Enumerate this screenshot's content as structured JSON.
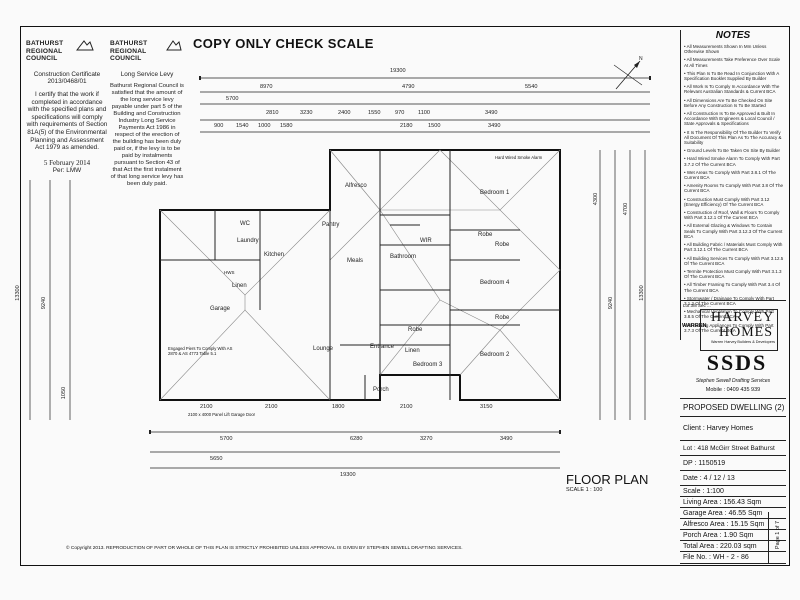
{
  "banner": "COPY ONLY CHECK SCALE",
  "stamp_left": {
    "council": "BATHURST REGIONAL COUNCIL",
    "certificate_label": "Construction Certificate",
    "certificate_no": "2013/0468/01",
    "text": "I certify that the work if completed in accordance with the specified plans and specifications will comply with requirements of Section 81A(5) of the Environmental Planning and Assessment Act 1979 as amended.",
    "date": "5 February 2014",
    "per": "Per: LMW"
  },
  "stamp_right": {
    "council": "BATHURST REGIONAL COUNCIL",
    "title": "Long Service Levy",
    "text": "Bathurst Regional Council is satisfied that the amount of the long service levy payable under part 5 of the Building and Construction Industry Long Service Payments Act 1986 in respect of the erection of the building has been duly paid or, if the levy is to be paid by instalments pursuant to Section 43 of that Act the first instalment of that long service levy has been duly paid."
  },
  "notes": {
    "title": "NOTES",
    "items": [
      "• All Measurements Shown In Mm Unless Otherwise Shown",
      "• All Measurements Take Preference Over Scale At All Times",
      "• This Plan Is To Be Read In Conjunction With A Specification Booklet Supplied By Builder",
      "• All Work Is To Comply In Accordance With The Relevant Australian Standards & Current BCA",
      "• All Dimensions Are To Be Checked On Site Before Any Construction Is To Be Started",
      "• All Construction Is To Be Approved & Built In Accordance With Engineers & Local Council / State Approvals & Specifications",
      "• It Is The Responsibility Of The Builder To Verify All Document Of This Plan As To The Accuracy & Suitability",
      "• Ground Levels To Be Taken On Site By Builder",
      "• Hard Wired Smoke Alarm To Comply With Part 3.7.2 Of The Current BCA",
      "• Wet Areas To Comply With Part 3.8.1 Of The Current BCA",
      "• Amenity Rooms To Comply With Part 3.8 Of The Current BCA",
      "• Construction Must Comply With Part 3.12 (Energy Efficiency) Of The Current BCA",
      "• Construction of Roof, Wall & Floors To Comply With Part 3.12.1 Of The Current BCA",
      "• All External Glazing & Windows To Contain Seals To Comply With Part 3.12.3 Of The Current BCA",
      "• All Building Fabric / Materials Must Comply With Part 3.12.1 Of The Current BCA",
      "• All Building Services To Comply With Part 3.12.5 Of The Current BCA",
      "• Termite Protection Must Comply With Part 3.1.3 Of The Current BCA",
      "• All Timber Framing To Comply With Part 3.4 Of The Current BCA",
      "• Stormwater / Drainage To Comply With Part 3.1.2 Of The Current BCA",
      "• Mechanical Ventilation To Comply With Part 3.8.5 Of The Current BCA",
      "• All Heating Appliances To Comply With Part 3.7.3 Of The Current BCA"
    ],
    "lot": "Lot 3/8 Sec ..."
  },
  "company": {
    "branch": "WARREN",
    "name_line1": "HARVEY",
    "name_line2": "HOMES",
    "tagline": "Warren Harvey Builders & Developers",
    "drafting_logo": "SSDS",
    "drafting_name": "Stephen Sewell Drafting Services",
    "mobile": "Mobile : 0409 435 939"
  },
  "title_block": {
    "project": "PROPOSED DWELLING (2)",
    "client": "Client : Harvey Homes",
    "lot": "Lot : 418 McGirr Street Bathurst",
    "dp": "DP : 1150519",
    "date": "Date : 4 / 12 / 13",
    "scale": "Scale : 1:100",
    "living_area": "Living Area : 156.43 Sqm",
    "garage_area": "Garage Area : 46.55 Sqm",
    "alfresco_area": "Alfresco Area : 15.15 Sqm",
    "porch_area": "Porch Area : 1.90 Sqm",
    "total_area": "Total Area : 220.03 sqm",
    "file_no": "File No. : WH - 2 - 86",
    "page": "Page 1 of 7"
  },
  "plan": {
    "title": "FLOOR PLAN",
    "scale": "SCALE 1 : 100",
    "rooms": {
      "alfresco": "Alfresco",
      "bedroom1": "Bedroom 1",
      "wir": "WIR",
      "robe1": "Robe",
      "bathroom": "Bathroom",
      "bedroom4": "Bedroom 4",
      "robe2": "Robe",
      "robe3": "Robe",
      "bedroom2": "Bedroom 2",
      "linen": "Linen",
      "robe4": "Robe",
      "bedroom3": "Bedroom 3",
      "entrance": "Entrance",
      "porch": "Porch",
      "lounge": "Lounge",
      "meals": "Meals",
      "kitchen": "Kitchen",
      "pantry": "Pantry",
      "laundry": "Laundry",
      "wc": "WC",
      "linen2": "Linen",
      "garage": "Garage"
    },
    "dims_top": [
      "19300",
      "8970",
      "4790",
      "5540",
      "5700",
      "2810",
      "3230",
      "2400",
      "1550",
      "970",
      "1100",
      "3490",
      "900",
      "1540",
      "1000",
      "1580",
      "2180",
      "1500",
      "3490"
    ],
    "dims_bottom": [
      "5700",
      "6280",
      "3270",
      "3490",
      "5650",
      "2100",
      "2100",
      "1800",
      "2100",
      "3150",
      "19300"
    ],
    "dims_left": [
      "13300",
      "9240",
      "1050"
    ],
    "dims_right": [
      "13300",
      "9240",
      "4300",
      "4700"
    ],
    "notes_garage": "Engaged Piers To Comply With AS 2870 & AS 4773 Table 5.1",
    "smoke_alarm": "Hard Wired Smoke Alarm",
    "garage_slab": "2100 x 4000 Panel Lift Garage Door",
    "hw_unit": "HWS"
  },
  "copyright": "© Copyright 2013. REPRODUCTION OF PART OR WHOLE OF THIS PLAN IS STRICTLY PROHIBITED UNLESS APPROVAL IS GIVEN BY STEPHEN SEWELL DRAFTING SERVICES."
}
